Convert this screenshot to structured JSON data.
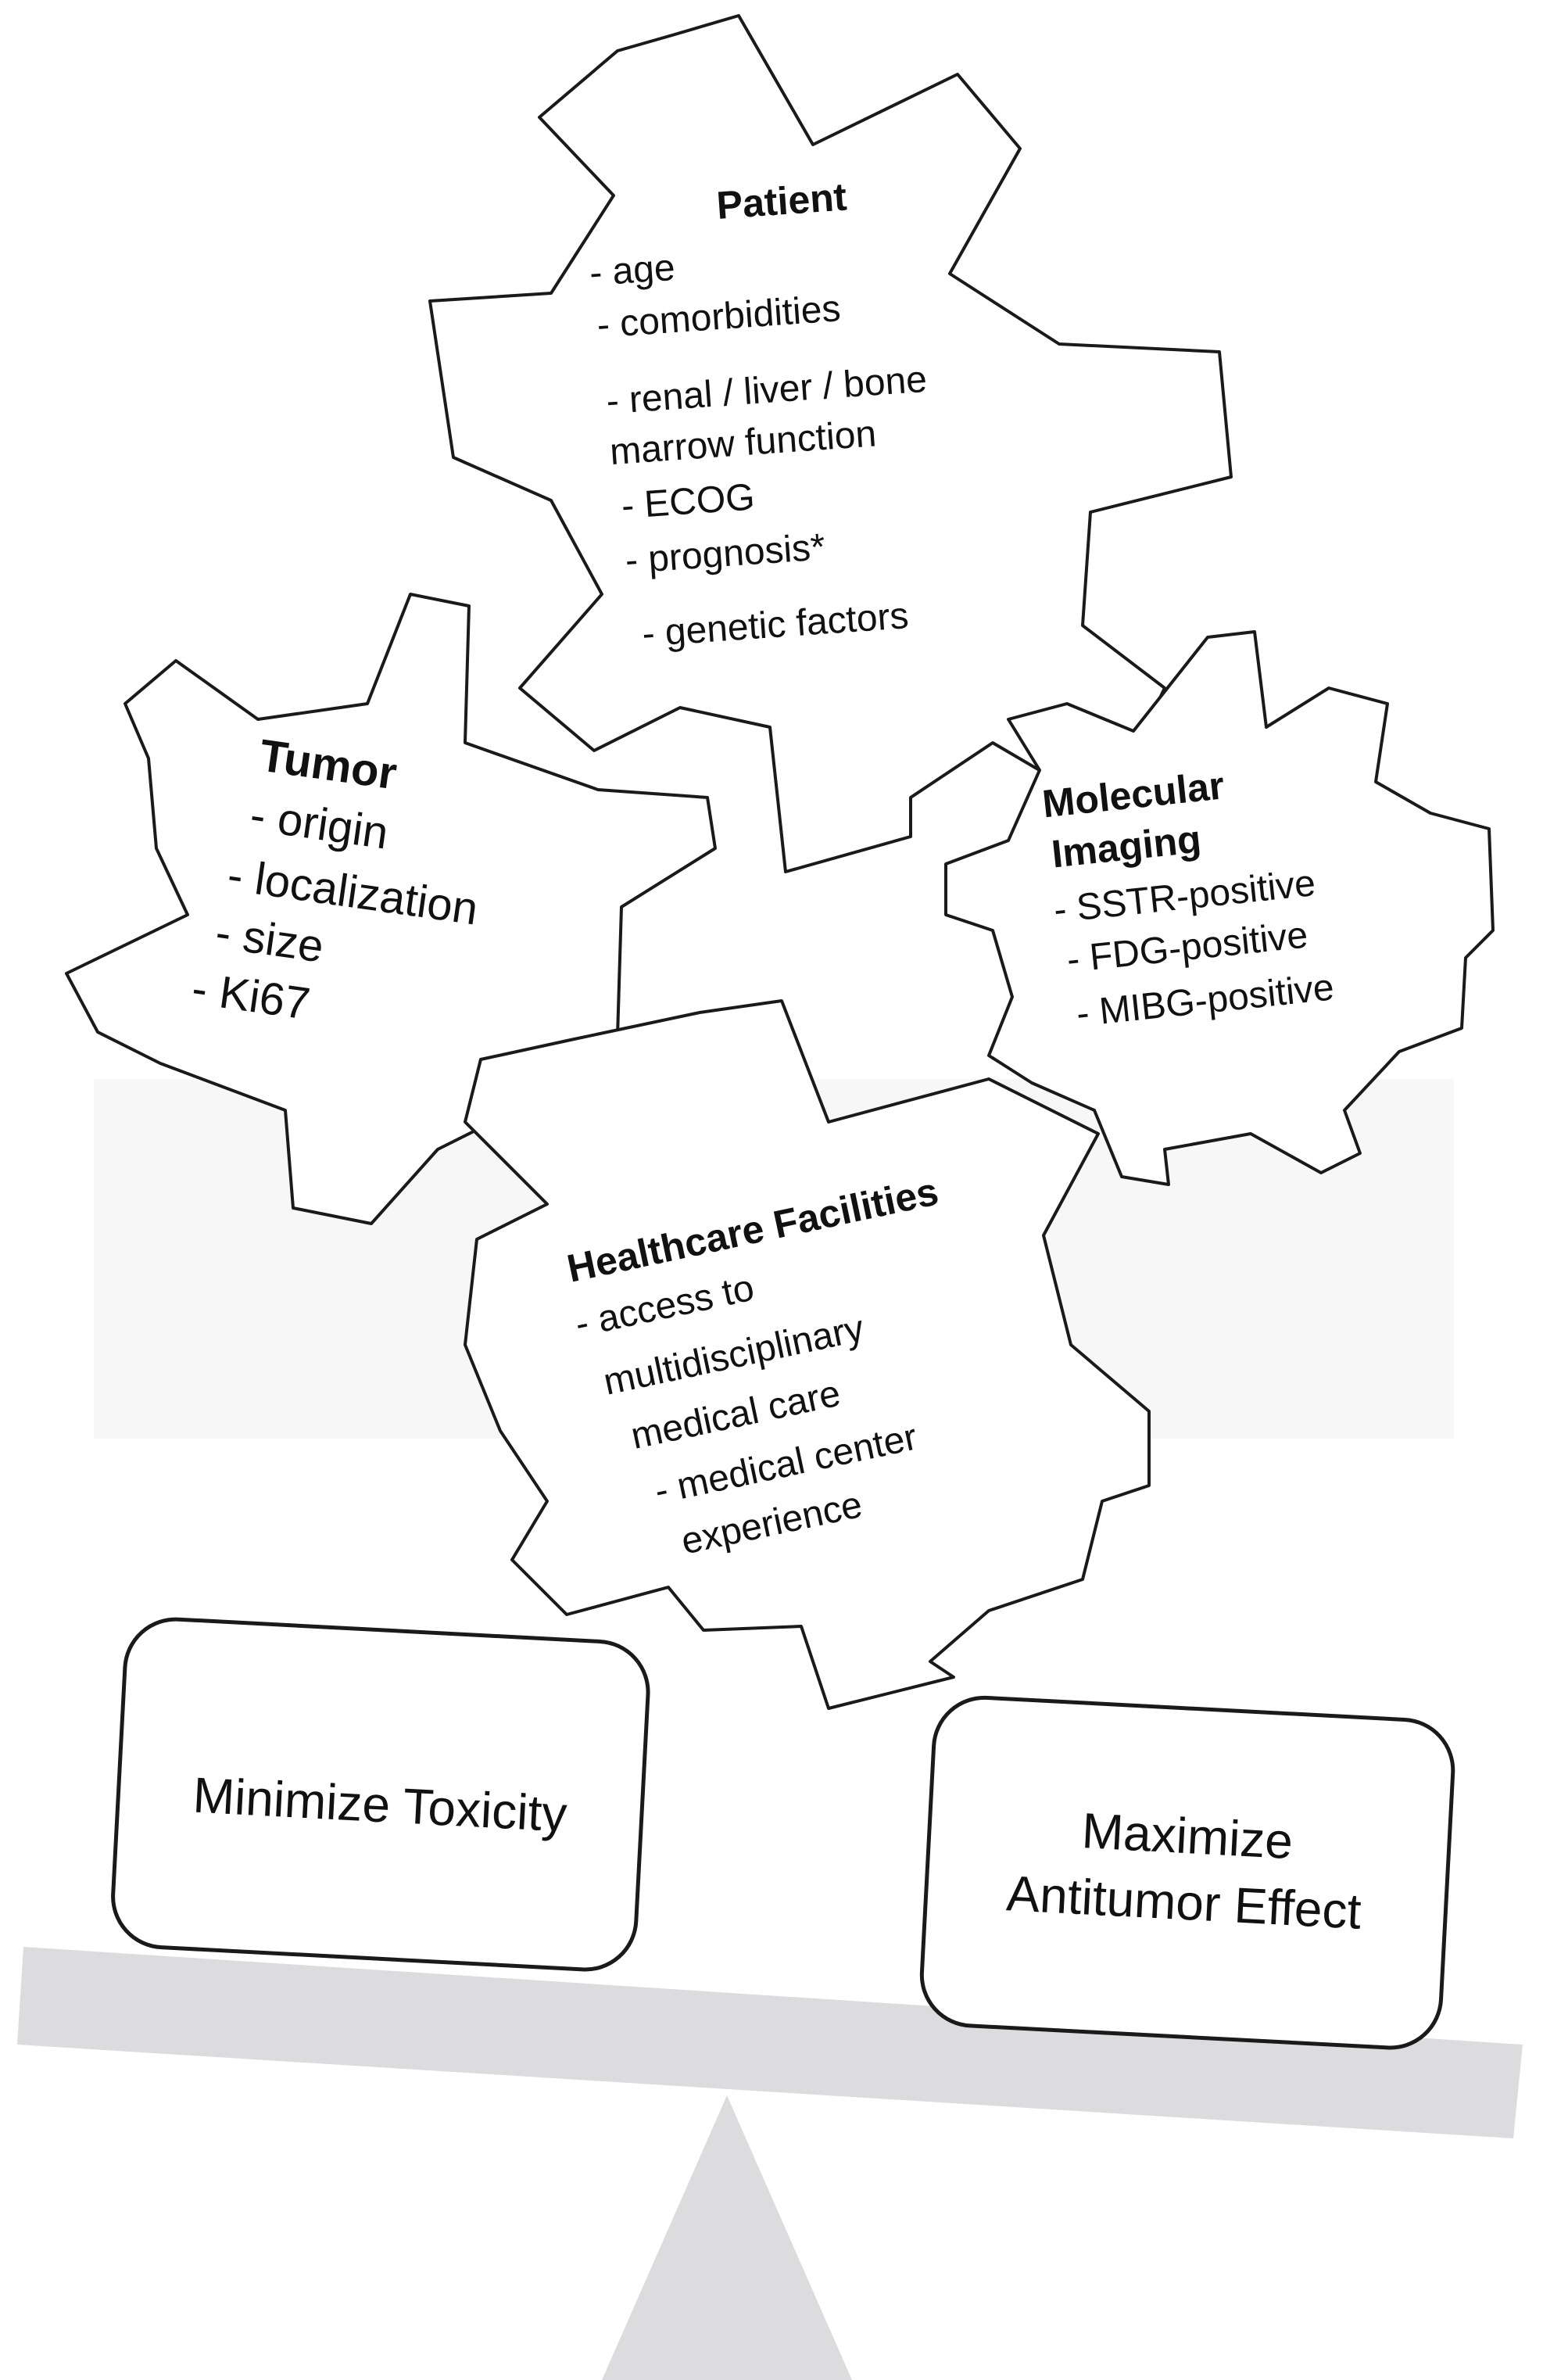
{
  "gears": {
    "patient": {
      "title": "Patient",
      "items": [
        "- age",
        "- comorbidities",
        "- renal / liver / bone",
        "marrow function",
        "- ECOG",
        "- prognosis*",
        "- genetic factors"
      ]
    },
    "tumor": {
      "title": "Tumor",
      "items": [
        "- origin",
        "- localization",
        "- size",
        "- Ki67"
      ]
    },
    "molecular_imaging": {
      "title_lines": [
        "Molecular",
        "Imaging"
      ],
      "items": [
        "- SSTR-positive",
        "- FDG-positive",
        "- MIBG-positive"
      ]
    },
    "healthcare": {
      "title": "Healthcare Facilities",
      "items": [
        "- access to",
        "multidisciplinary",
        "medical care",
        "- medical center",
        "experience"
      ]
    }
  },
  "balance": {
    "left_box": [
      "Minimize Toxicity"
    ],
    "right_box": [
      "Maximize",
      "Antitumor Effect"
    ]
  },
  "colors": {
    "outline": "#1a1a1a",
    "beam": "#dcdcde"
  }
}
